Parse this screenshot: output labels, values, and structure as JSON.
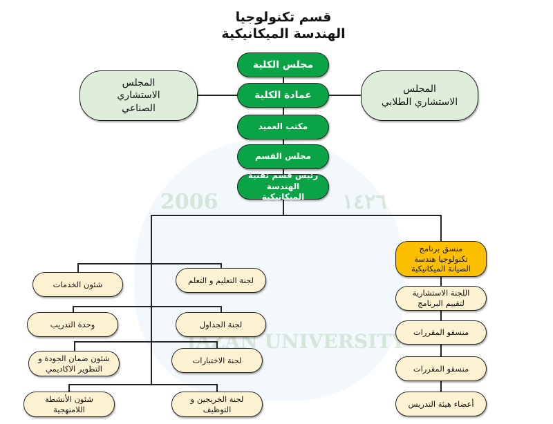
{
  "title": {
    "line1": "قسم تكنولوجيا",
    "line2": "الهندسة الميكانيكية"
  },
  "watermark": {
    "year_left": "2006",
    "year_right": "١٤٢٦",
    "university": "JAZAN UNIVERSITY"
  },
  "colors": {
    "green": "#0aa447",
    "side": "#dfeedb",
    "cream": "#fdf3d2",
    "orange": "#fcc000"
  },
  "main_chain": [
    "مجلس الكلية",
    "عمادة الكلية",
    "مكتب العميد",
    "مجلس القسم",
    "رئيس قسم تقنية الهندسة الميكانيكية"
  ],
  "side_councils": {
    "left": "المجلس الاستشاري الصناعي",
    "right": "المجلس الاستشاري الطلابي"
  },
  "program": {
    "coordinator": "منسق برنامج تكنولوجيا هندسة الصيانة الميكانيكية",
    "items": [
      "اللجنة الاستشارية لتقييم البرنامج",
      "منسقو المقررات",
      "منسقو المقررات",
      "أعضاء هيئة التدريس"
    ]
  },
  "committees": [
    "لجنة التعليم و التعلم",
    "لجنة الجداول",
    "لجنة الاختبارات",
    "لجنة الخريجين و التوظيف"
  ],
  "affairs": [
    "شئون الخدمات",
    "وحدة التدريب",
    "شئون ضمان الجودة و التطوير الاكاديمي",
    "شئون الأنشطة اللامنهجية"
  ]
}
